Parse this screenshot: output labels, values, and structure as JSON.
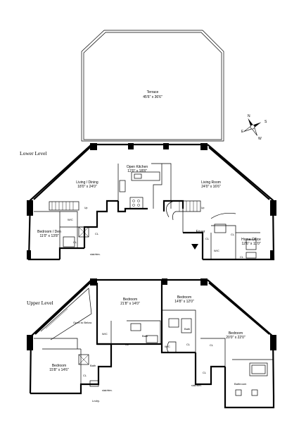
{
  "levels": {
    "lower": "Lower Level",
    "upper": "Upper Level"
  },
  "rooms": {
    "terrace": {
      "name": "Terrace",
      "dims": "45'6\" x 36'6\""
    },
    "kitchen": {
      "name": "Open Kitchen",
      "dims": "12'0\" x 18'8\""
    },
    "living_dining": {
      "name": "Living / Dining",
      "dims": "18'0\" x 24'0\""
    },
    "living_room": {
      "name": "Living Room",
      "dims": "24'0\" x 16'6\""
    },
    "bedroom_den": {
      "name": "Bedroom / Den",
      "dims": "11'0\" x 13'8\""
    },
    "foyer": {
      "name": "Foyer"
    },
    "home_office": {
      "name": "Home Office",
      "dims": "12'6\" x 11'0\""
    },
    "bedroom_upper_center": {
      "name": "Bedroom",
      "dims": "21'8\" x 14'0\""
    },
    "bedroom_upper_right_small": {
      "name": "Bedroom",
      "dims": "14'8\" x 12'0\""
    },
    "bedroom_upper_right": {
      "name": "Bedroom",
      "dims": "20'0\" x 22'0\""
    },
    "bedroom_upper_left": {
      "name": "Bedroom",
      "dims": "15'8\" x 14'6\""
    },
    "open_below": {
      "name": "Open to Below"
    }
  },
  "small_labels": {
    "wic": "W/C",
    "cl": "CL",
    "up": "Up",
    "stair_elev": "stair/elev.",
    "bath": "Bath",
    "bathroom": "Bathroom",
    "laundry": "Lndry."
  },
  "compass": {
    "n": "N",
    "e": "E",
    "s": "S",
    "w": "W"
  }
}
